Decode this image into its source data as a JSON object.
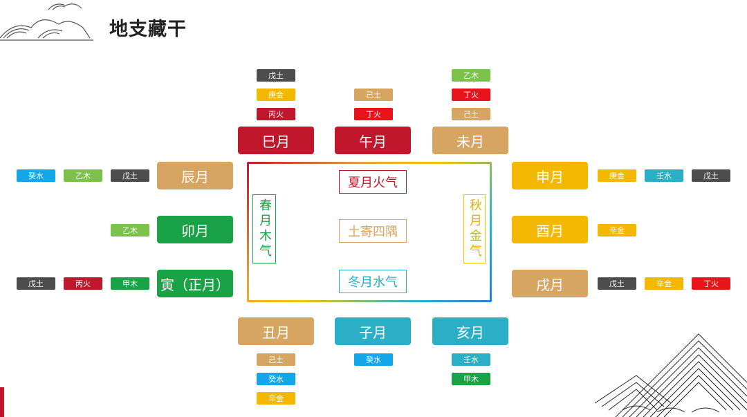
{
  "title": "地支藏干",
  "colors": {
    "red": "#c0172c",
    "tan": "#d6a561",
    "green": "#1aa346",
    "gold": "#f5b800",
    "teal": "#2aafc6",
    "grey": "#4d4d4d",
    "bright_red": "#e8131b",
    "lime": "#7cc24a",
    "blue": "#13a6e8"
  },
  "months": {
    "si": "巳月",
    "wu": "午月",
    "wei": "未月",
    "chen": "辰月",
    "mao": "卯月",
    "yin": "寅（正月）",
    "shen": "申月",
    "you": "酉月",
    "xu": "戌月",
    "chou": "丑月",
    "zi": "子月",
    "hai": "亥月"
  },
  "stems": {
    "si": [
      "戊土",
      "庚金",
      "丙火"
    ],
    "wu": [
      "己土",
      "丁火"
    ],
    "wei": [
      "乙木",
      "丁火",
      "己土"
    ],
    "chen": [
      "癸水",
      "乙木",
      "戊土"
    ],
    "mao": [
      "乙木"
    ],
    "yin": [
      "戊土",
      "丙火",
      "甲木"
    ],
    "shen": [
      "庚金",
      "壬水",
      "戊土"
    ],
    "you": [
      "辛金"
    ],
    "xu": [
      "戊土",
      "辛金",
      "丁火"
    ],
    "chou": [
      "己土",
      "癸水",
      "辛金"
    ],
    "zi": [
      "癸水"
    ],
    "hai": [
      "壬水",
      "甲木"
    ]
  },
  "center": {
    "summer": "夏月火气",
    "spring": "春月木气",
    "earth": "土寄四隅",
    "autumn": "秋月金气",
    "winter": "冬月水气"
  }
}
